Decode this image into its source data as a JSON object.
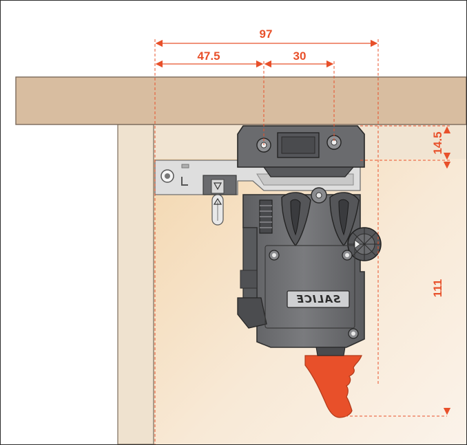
{
  "dimensions": {
    "overall_width": "97",
    "left_offset": "47.5",
    "hole_spacing": "30",
    "top_gap": "14.5",
    "height": "111"
  },
  "device": {
    "brand_label": "SALICE"
  },
  "colors": {
    "dimension": "#e8502a",
    "wood_panel": "#d8bda0",
    "wood_edge": "#7a6a5a",
    "housing": "#6e6f72",
    "housing_dark": "#4a4b4d",
    "bracket": "#d9d9d9",
    "trigger": "#e8502a"
  }
}
